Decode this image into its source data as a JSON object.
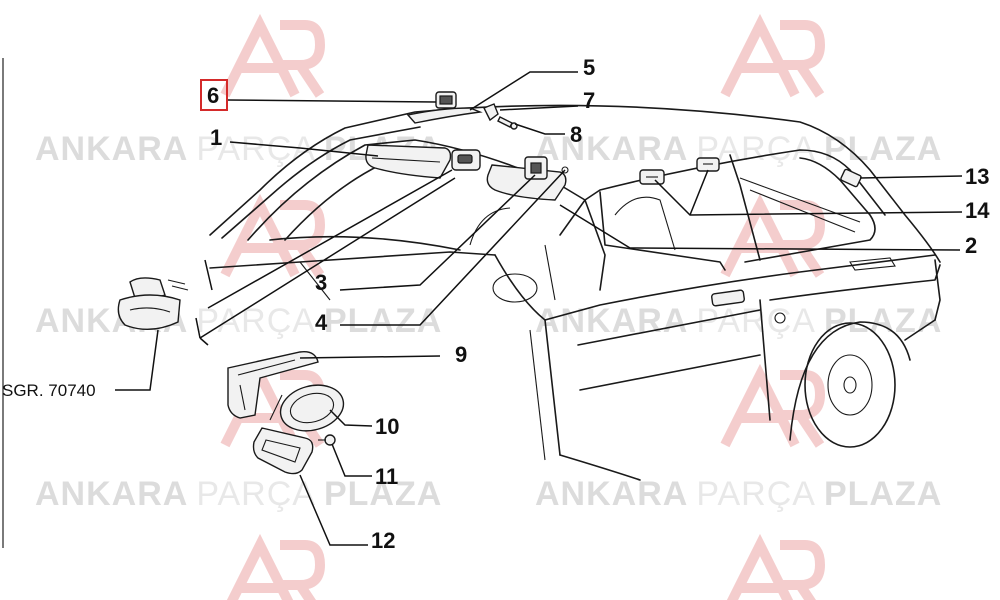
{
  "watermark": {
    "word_a": "ANKARA",
    "word_b": "PARÇA",
    "word_c": "PLAZA",
    "logo_color": "#f0c0c0",
    "text_color": "#d9d9d9"
  },
  "callouts": [
    {
      "id": "1",
      "label": "1",
      "highlighted": false
    },
    {
      "id": "2",
      "label": "2",
      "highlighted": false
    },
    {
      "id": "3",
      "label": "3",
      "highlighted": false
    },
    {
      "id": "4",
      "label": "4",
      "highlighted": false
    },
    {
      "id": "5",
      "label": "5",
      "highlighted": false
    },
    {
      "id": "6",
      "label": "6",
      "highlighted": true
    },
    {
      "id": "7",
      "label": "7",
      "highlighted": false
    },
    {
      "id": "8",
      "label": "8",
      "highlighted": false
    },
    {
      "id": "9",
      "label": "9",
      "highlighted": false
    },
    {
      "id": "10",
      "label": "10",
      "highlighted": false
    },
    {
      "id": "11",
      "label": "11",
      "highlighted": false
    },
    {
      "id": "12",
      "label": "12",
      "highlighted": false
    },
    {
      "id": "13",
      "label": "13",
      "highlighted": false
    },
    {
      "id": "14",
      "label": "14",
      "highlighted": false
    }
  ],
  "reference": {
    "label": "SGR. 70740"
  },
  "highlight_color": "#d42a2a"
}
